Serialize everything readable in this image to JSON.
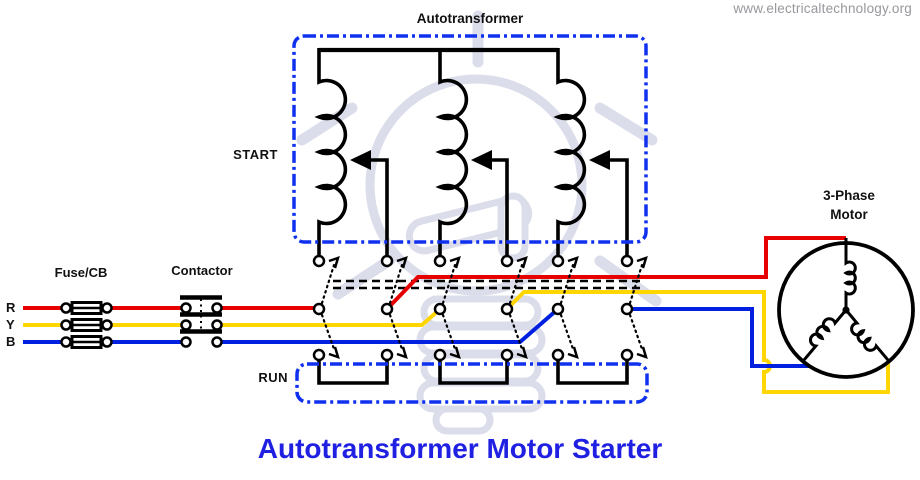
{
  "watermark": {
    "url": "www.electricaltechnology.org"
  },
  "title": "Autotransformer Motor Starter",
  "sections": {
    "autotransformer": "Autotransformer",
    "start": "START",
    "run": "RUN",
    "fuse_cb": "Fuse/CB",
    "contactor": "Contactor",
    "motor_line1": "3-Phase",
    "motor_line2": "Motor"
  },
  "phases": [
    {
      "label": "R",
      "color": "#e60000"
    },
    {
      "label": "Y",
      "color": "#ffd600"
    },
    {
      "label": "B",
      "color": "#0020e0"
    }
  ],
  "colors": {
    "boundary_box_blue": "#1030f0",
    "title_blue": "#2020e2",
    "watermark_gray": "#97979d",
    "bulb_watermark_tint": "#dcddeb",
    "circuit_black": "#000000"
  }
}
